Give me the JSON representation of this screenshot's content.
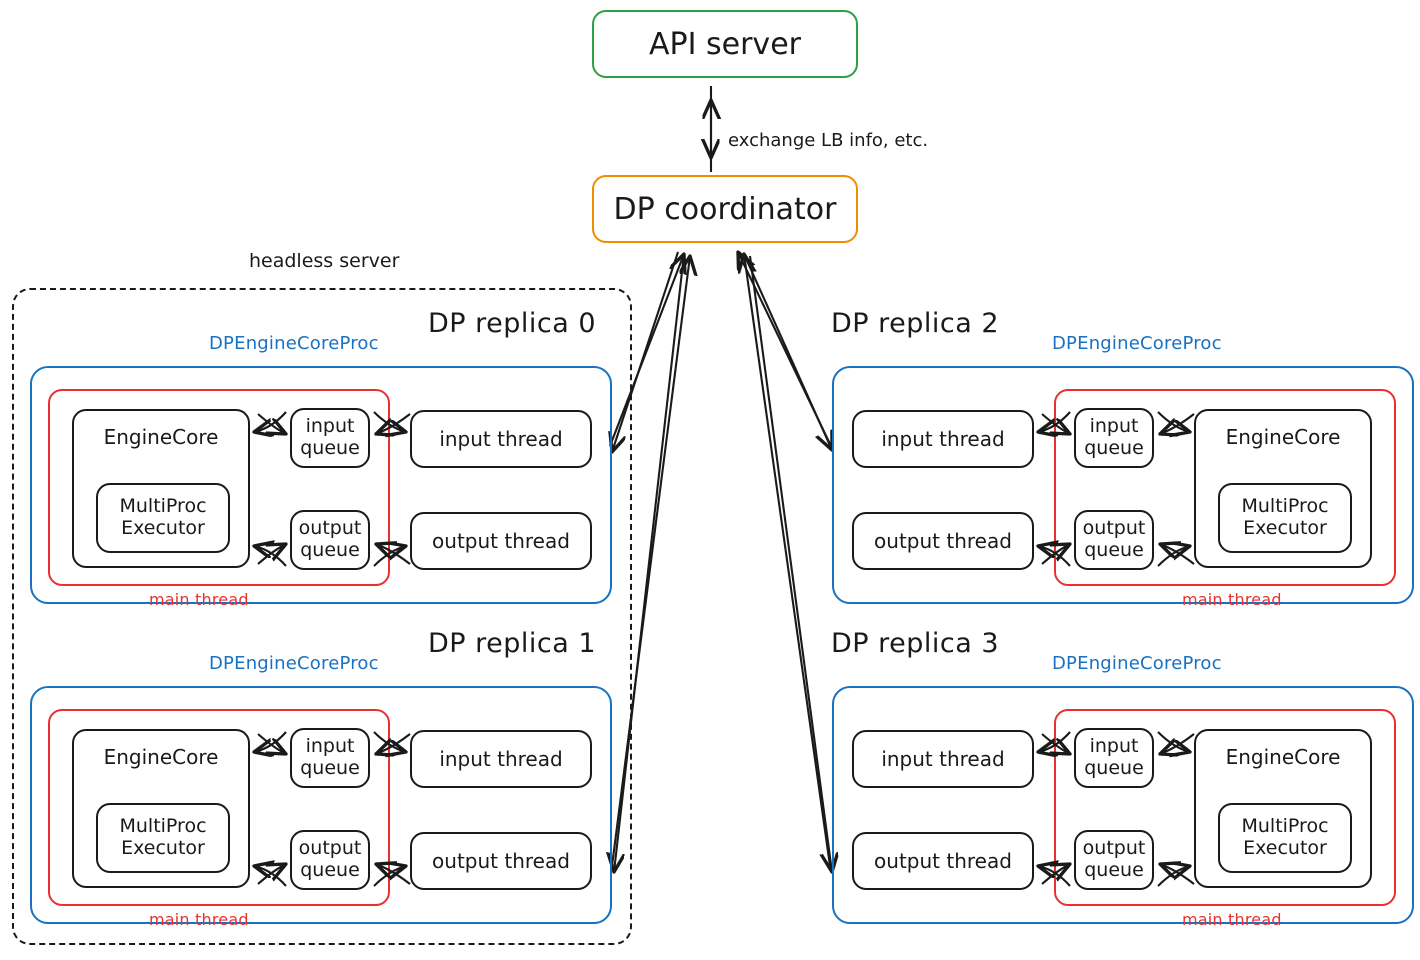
{
  "diagram": {
    "title_nodes": {
      "api_server": "API server",
      "dp_coordinator": "DP coordinator"
    },
    "edge_labels": {
      "coordinator_api": "exchange LB info, etc."
    },
    "groups": {
      "headless_server": "headless server"
    },
    "colors": {
      "api_server_border": "#2f9e44",
      "coordinator_border": "#f08c00",
      "process_border": "#1971c2",
      "main_thread_border": "#e8312f",
      "node_border": "#1a1a1a"
    },
    "common": {
      "process_label": "DPEngineCoreProc",
      "main_thread_label": "main thread",
      "engine_core": "EngineCore",
      "multiproc_executor_line1": "MultiProc",
      "multiproc_executor_line2": "Executor",
      "input_queue_line1": "input",
      "input_queue_line2": "queue",
      "output_queue_line1": "output",
      "output_queue_line2": "queue",
      "input_thread": "input thread",
      "output_thread": "output thread"
    },
    "replicas": [
      {
        "id": 0,
        "title": "DP replica 0",
        "orientation": "engine-left",
        "inside_headless": true
      },
      {
        "id": 1,
        "title": "DP replica 1",
        "orientation": "engine-left",
        "inside_headless": true
      },
      {
        "id": 2,
        "title": "DP replica 2",
        "orientation": "engine-right",
        "inside_headless": false
      },
      {
        "id": 3,
        "title": "DP replica 3",
        "orientation": "engine-right",
        "inside_headless": false
      }
    ]
  }
}
